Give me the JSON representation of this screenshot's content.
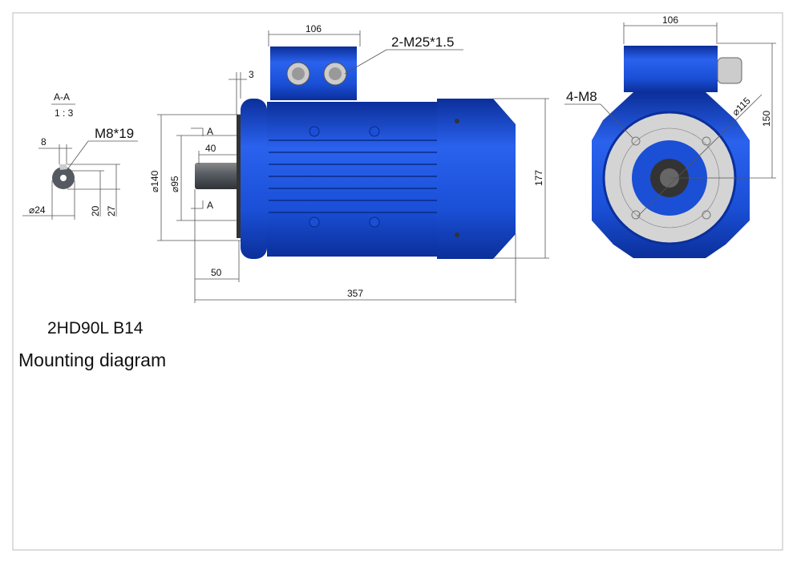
{
  "colors": {
    "motor_blue": "#1a4fd6",
    "motor_dark": "#0b2f9a",
    "flange_gray": "#d4d4d4",
    "shaft_gray": "#555a60",
    "border": "#bbbbbb"
  },
  "section": {
    "label": "A-A",
    "scale": "1 : 3",
    "thread": "M8*19",
    "key_width": "8",
    "diameter": "24",
    "dim_20": "20",
    "dim_27": "27"
  },
  "side_view": {
    "terminal_box_width": "106",
    "glands": "2-M25*1.5",
    "flange_gap": "3",
    "flange_diameter": "140",
    "spigot_diameter": "95",
    "key_length": "40",
    "shaft_length": "50",
    "total_length": "357",
    "height": "177",
    "section_mark": "A"
  },
  "front_view": {
    "terminal_box_width": "106",
    "holes": "4-M8",
    "pcd": "115",
    "shaft_height": "150"
  },
  "model": "2HD90L B14",
  "caption": "Mounting diagram"
}
